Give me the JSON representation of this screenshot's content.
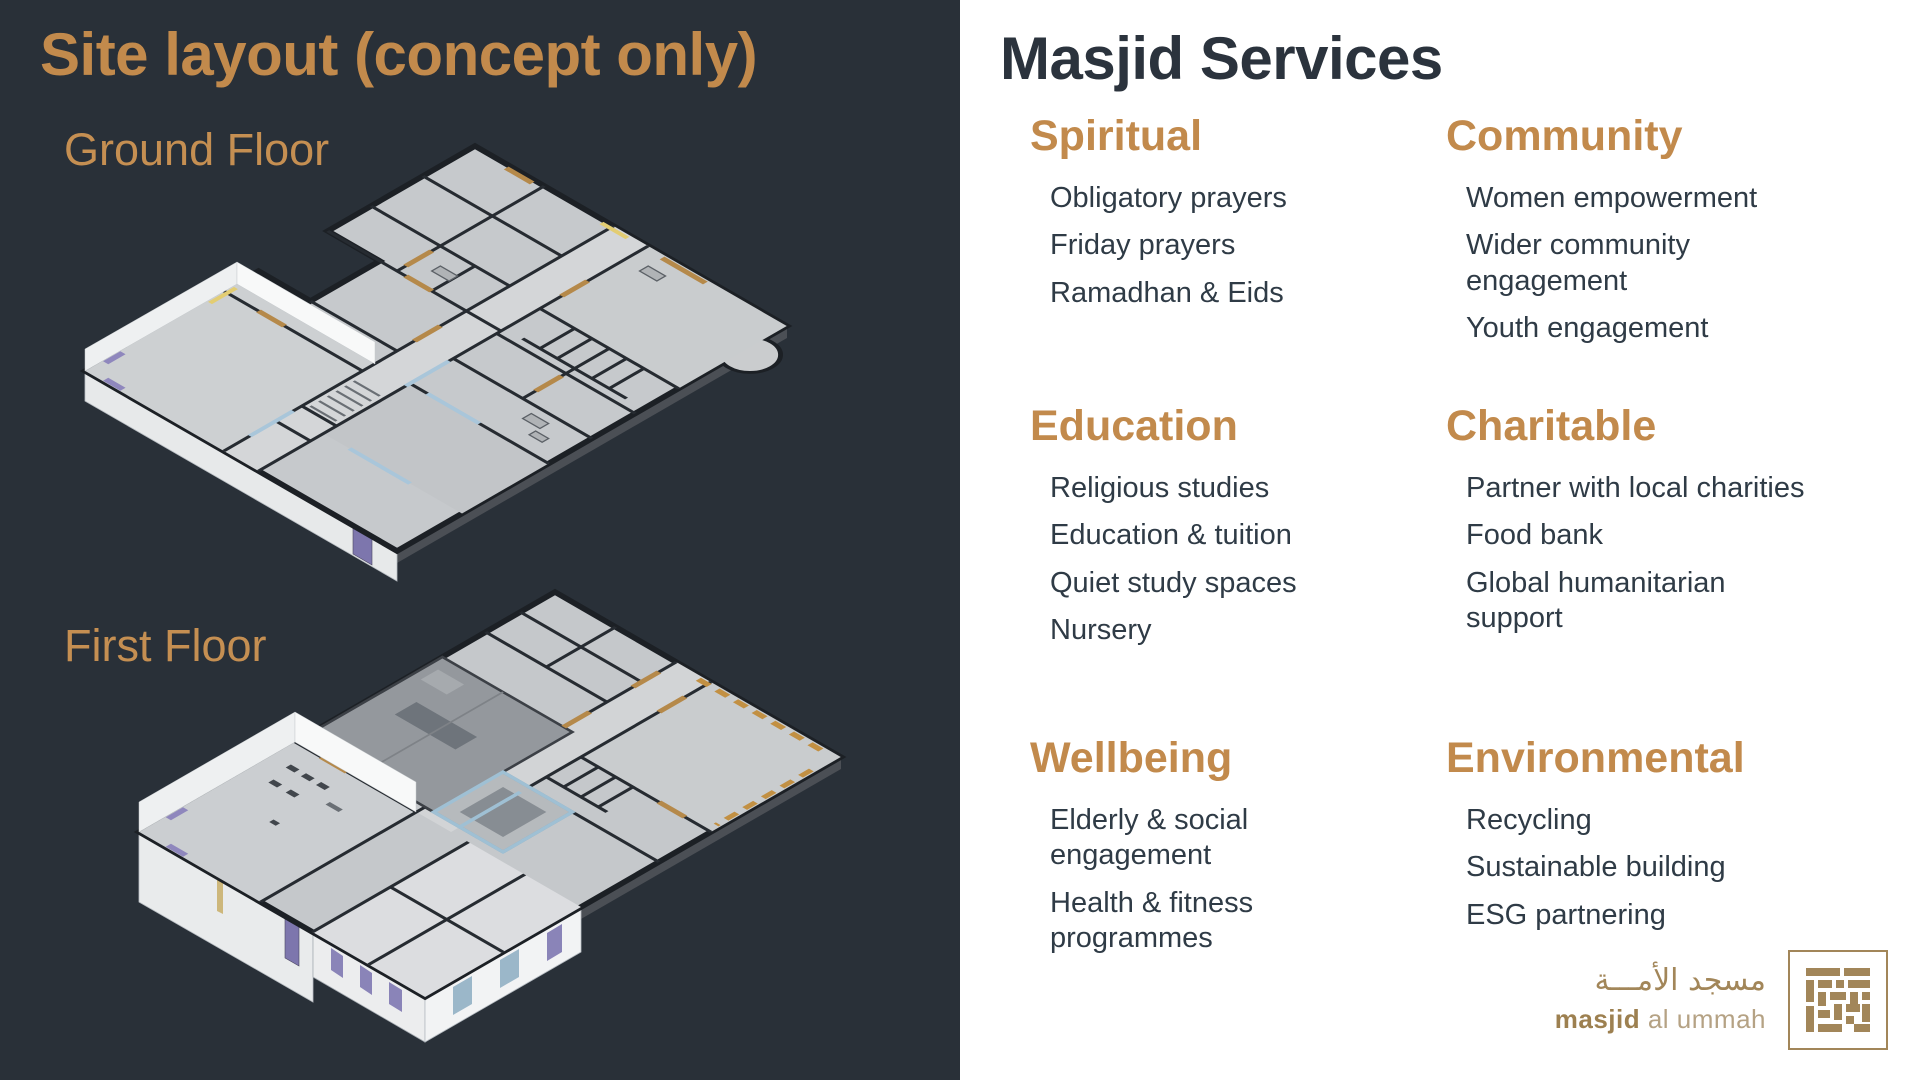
{
  "slide": {
    "left_panel": {
      "title": "Site layout (concept only)",
      "ground_floor_label": "Ground Floor",
      "first_floor_label": "First Floor"
    },
    "right_panel": {
      "title": "Masjid Services",
      "categories": [
        {
          "name": "Spiritual",
          "items": [
            "Obligatory prayers",
            "Friday prayers",
            "Ramadhan & Eids"
          ]
        },
        {
          "name": "Community",
          "items": [
            "Women empowerment",
            "Wider community\nengagement",
            "Youth engagement"
          ]
        },
        {
          "name": "Education",
          "items": [
            "Religious studies",
            "Education & tuition",
            "Quiet study spaces",
            "Nursery"
          ]
        },
        {
          "name": "Charitable",
          "items": [
            "Partner with local charities",
            "Food bank",
            "Global humanitarian\nsupport"
          ]
        },
        {
          "name": "Wellbeing",
          "items": [
            "Elderly & social\nengagement",
            "Health & fitness\nprogrammes"
          ]
        },
        {
          "name": "Environmental",
          "items": [
            "Recycling",
            "Sustainable building",
            "ESG partnering"
          ]
        }
      ]
    },
    "logo": {
      "arabic_name": "مسجد الأمـــة",
      "latin_name_bold": "masjid",
      "latin_name_light": "al ummah"
    },
    "colors": {
      "panel_dark": "#293038",
      "accent_gold": "#c28a4c",
      "heading_navy": "#2b333d",
      "body_text": "#2f3b46",
      "logo_gold": "#a28659"
    }
  }
}
